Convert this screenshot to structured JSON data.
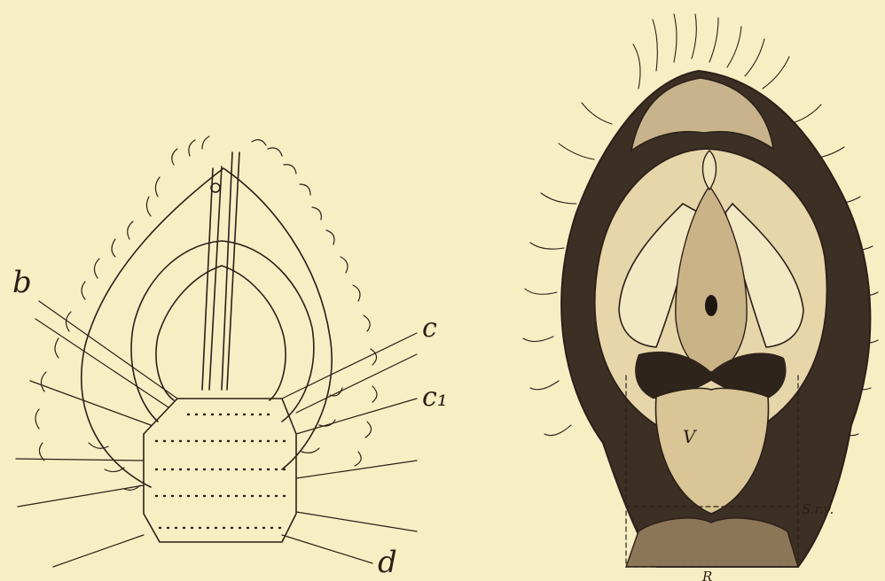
{
  "colors": {
    "paper": "#f7efc4",
    "ink": "#2b2018",
    "shade": "#5a4a3a"
  },
  "figures": [
    {
      "id": "left-line-drawing",
      "labels": {
        "b": "b",
        "c": "c",
        "c1": "c₁",
        "d": "d"
      }
    },
    {
      "id": "right-engraving",
      "labels": {
        "V": "V",
        "Srv": "S.r.v.",
        "R": "R"
      }
    }
  ]
}
